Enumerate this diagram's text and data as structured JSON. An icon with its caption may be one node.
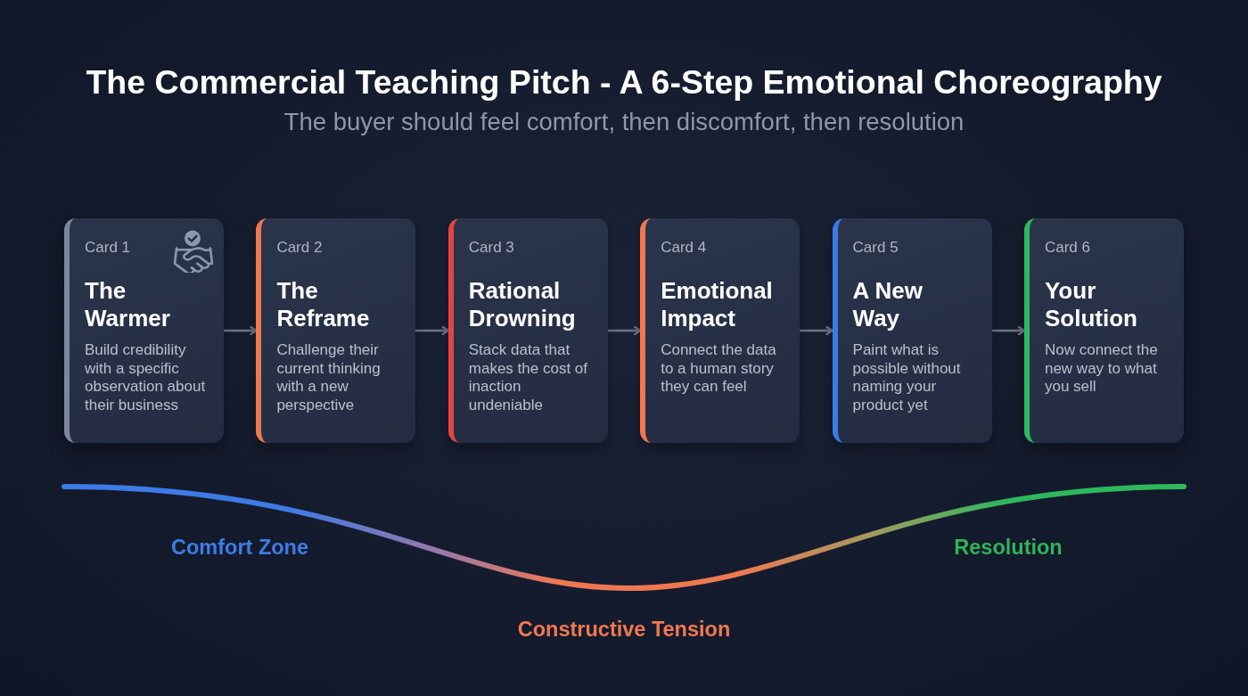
{
  "diagram": {
    "title": "The Commercial Teaching Pitch - A 6-Step Emotional Choreography",
    "nodes": [
      {
        "text": [
          "Card 1",
          "The Warmer",
          "Build credibility with a specific observation about their business"
        ]
      },
      {
        "text": [
          "Card 2",
          "The Reframe",
          "Challenge their current thinking with a new perspective"
        ]
      },
      {
        "text": [
          "Card 3",
          "Rational Drowning",
          "Stack data that makes the cost of inaction undeniable"
        ]
      },
      {
        "text": [
          "Card 4",
          "Emotional Impact",
          "Connect the data to a human story they can feel"
        ]
      },
      {
        "text": [
          "Card 5",
          "A New Way",
          "Paint what is possible without naming your product yet"
        ]
      },
      {
        "text": [
          "Card 6",
          "Your Solution",
          "Now connect the new way to what you sell"
        ]
      }
    ],
    "edges": [
      {
        "from": 0,
        "to": 1,
        "arrow": "to"
      },
      {
        "from": 1,
        "to": 2,
        "arrow": "to"
      },
      {
        "from": 2,
        "to": 3,
        "arrow": "to"
      },
      {
        "from": 3,
        "to": 4,
        "arrow": "to"
      },
      {
        "from": 4,
        "to": 5,
        "arrow": "to"
      }
    ],
    "labels": [
      "The buyer should feel comfort, then discomfort, then resolution",
      "Comfort Zone",
      "Resolution",
      "Constructive Tension"
    ]
  }
}
